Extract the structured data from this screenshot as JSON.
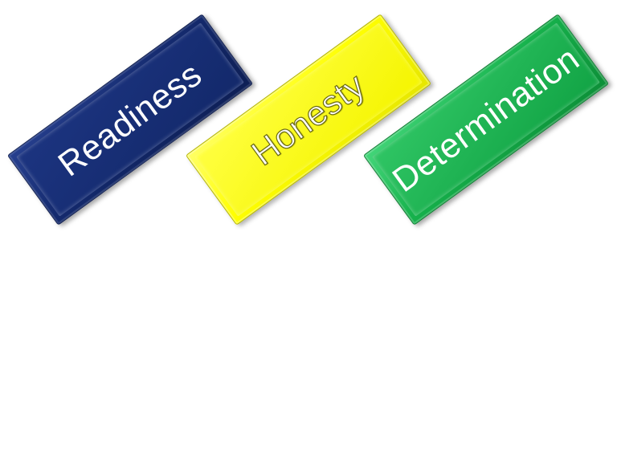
{
  "tiles": [
    {
      "label": "Readiness",
      "color": "#142a6e"
    },
    {
      "label": "Honesty",
      "color": "#ffff00"
    },
    {
      "label": "Determination",
      "color": "#16b24c"
    }
  ]
}
